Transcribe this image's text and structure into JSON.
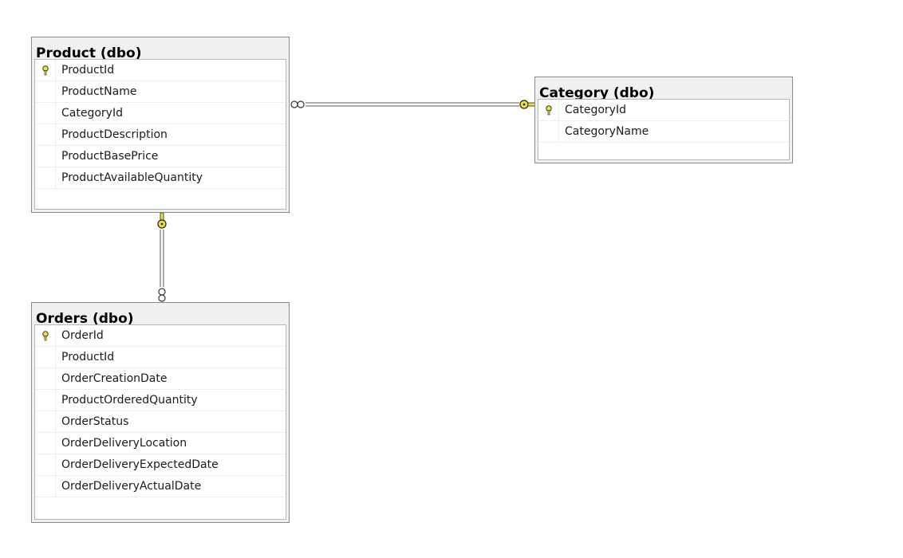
{
  "diagram": {
    "tables": {
      "product": {
        "title": "Product (dbo)",
        "columns": [
          {
            "name": "ProductId",
            "primary_key": true
          },
          {
            "name": "ProductName",
            "primary_key": false
          },
          {
            "name": "CategoryId",
            "primary_key": false
          },
          {
            "name": "ProductDescription",
            "primary_key": false
          },
          {
            "name": "ProductBasePrice",
            "primary_key": false
          },
          {
            "name": "ProductAvailableQuantity",
            "primary_key": false
          }
        ]
      },
      "category": {
        "title": "Category (dbo)",
        "columns": [
          {
            "name": "CategoryId",
            "primary_key": true
          },
          {
            "name": "CategoryName",
            "primary_key": false
          }
        ]
      },
      "orders": {
        "title": "Orders (dbo)",
        "columns": [
          {
            "name": "OrderId",
            "primary_key": true
          },
          {
            "name": "ProductId",
            "primary_key": false
          },
          {
            "name": "OrderCreationDate",
            "primary_key": false
          },
          {
            "name": "ProductOrderedQuantity",
            "primary_key": false
          },
          {
            "name": "OrderStatus",
            "primary_key": false
          },
          {
            "name": "OrderDeliveryLocation",
            "primary_key": false
          },
          {
            "name": "OrderDeliveryExpectedDate",
            "primary_key": false
          },
          {
            "name": "OrderDeliveryActualDate",
            "primary_key": false
          }
        ]
      }
    },
    "relationships": [
      {
        "from_table": "Product (dbo)",
        "to_table": "Category (dbo)",
        "many_side": "Product (dbo)",
        "one_side": "Category (dbo)"
      },
      {
        "from_table": "Orders (dbo)",
        "to_table": "Product (dbo)",
        "many_side": "Orders (dbo)",
        "one_side": "Product (dbo)"
      }
    ],
    "colors": {
      "key_icon": "#f2e33a",
      "connector": "#555555",
      "title_bar": "#f0f0f0"
    }
  }
}
